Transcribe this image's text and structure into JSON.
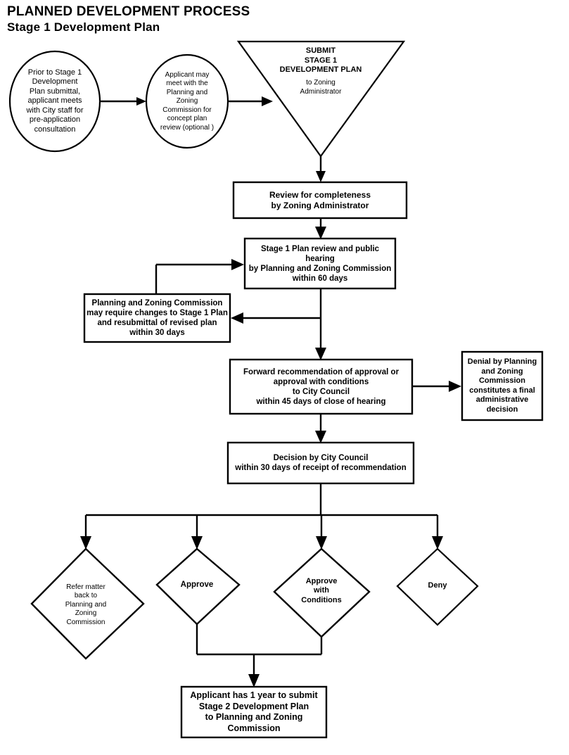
{
  "title": {
    "line1": "PLANNED DEVELOPMENT PROCESS",
    "line2": "Stage 1 Development Plan"
  },
  "colors": {
    "stroke": "#000000",
    "fill": "#ffffff",
    "text": "#000000"
  },
  "chart_data": {
    "type": "diagram",
    "title": "PLANNED DEVELOPMENT PROCESS - Stage 1 Development Plan",
    "nodes": [
      {
        "id": "n1",
        "shape": "circle",
        "text": "Prior to Stage 1 Development Plan submittal, applicant meets with City staff for pre-application consultation"
      },
      {
        "id": "n2",
        "shape": "circle",
        "text": "Applicant may meet with the Planning and Zoning Commission for concept plan review (optional )"
      },
      {
        "id": "n3",
        "shape": "triangle",
        "text": "SUBMIT STAGE 1 DEVELOPMENT PLAN to Zoning Administrator"
      },
      {
        "id": "n4",
        "shape": "rect",
        "text": "Review for completeness by Zoning Administrator"
      },
      {
        "id": "n5",
        "shape": "rect",
        "text": "Stage 1 Plan review and public hearing by Planning and Zoning Commission within 60 days"
      },
      {
        "id": "n6",
        "shape": "rect",
        "text": "Planning and Zoning Commission may require changes to Stage 1 Plan and resubmittal of revised plan within 30 days"
      },
      {
        "id": "n7",
        "shape": "rect",
        "text": "Forward recommendation of approval or approval with conditions to City Council within 45 days of close of hearing"
      },
      {
        "id": "n8",
        "shape": "rect",
        "text": "Denial by Planning and Zoning Commission constitutes a final administrative decision"
      },
      {
        "id": "n9",
        "shape": "rect",
        "text": "Decision by City Council within 30 days of receipt of recommendation"
      },
      {
        "id": "n10",
        "shape": "diamond",
        "text": "Refer matter back to Planning and Zoning Commission"
      },
      {
        "id": "n11",
        "shape": "diamond",
        "text": "Approve"
      },
      {
        "id": "n12",
        "shape": "diamond",
        "text": "Approve with Conditions"
      },
      {
        "id": "n13",
        "shape": "diamond",
        "text": "Deny"
      },
      {
        "id": "n14",
        "shape": "rect",
        "text": "Applicant has 1 year to submit Stage 2 Development Plan to Planning and Zoning Commission"
      }
    ],
    "edges": [
      {
        "from": "n1",
        "to": "n2"
      },
      {
        "from": "n2",
        "to": "n3"
      },
      {
        "from": "n3",
        "to": "n4"
      },
      {
        "from": "n4",
        "to": "n5"
      },
      {
        "from": "n5",
        "to": "n6"
      },
      {
        "from": "n6",
        "to": "n5"
      },
      {
        "from": "n5",
        "to": "n7"
      },
      {
        "from": "n7",
        "to": "n8"
      },
      {
        "from": "n7",
        "to": "n9"
      },
      {
        "from": "n9",
        "to": "n10"
      },
      {
        "from": "n9",
        "to": "n11"
      },
      {
        "from": "n9",
        "to": "n12"
      },
      {
        "from": "n9",
        "to": "n13"
      },
      {
        "from": "n11",
        "to": "n14"
      },
      {
        "from": "n12",
        "to": "n14"
      }
    ]
  },
  "nodes": {
    "pre_application": {
      "lines": "Prior to Stage 1\nDevelopment\nPlan submittal,\napplicant meets\nwith City staff for\npre-application\nconsultation"
    },
    "concept_plan": {
      "lines": "Applicant may\nmeet with the\nPlanning and\nZoning\nCommission for\nconcept plan\nreview (optional )"
    },
    "submit_stage1": {
      "heading": "SUBMIT\nSTAGE 1\nDEVELOPMENT PLAN",
      "subtext": "to Zoning\nAdministrator"
    },
    "review_completeness": {
      "lines": "Review for completeness\nby Zoning Administrator"
    },
    "plan_review_hearing": {
      "lines": "Stage 1 Plan review and public\nhearing\nby Planning and Zoning Commission\nwithin 60 days"
    },
    "require_changes": {
      "lines": "Planning and Zoning Commission\nmay require changes to Stage 1 Plan\nand resubmittal of revised plan\nwithin 30 days"
    },
    "forward_recommendation": {
      "lines": "Forward recommendation of approval or\napproval with conditions\nto City Council\nwithin 45 days of close of hearing"
    },
    "denial": {
      "lines": "Denial by Planning\nand Zoning\nCommission\nconstitutes a final\nadministrative\ndecision"
    },
    "council_decision": {
      "lines": "Decision by City Council\nwithin 30 days of receipt of recommendation"
    },
    "refer_back": {
      "lines": "Refer matter\nback to\nPlanning and\nZoning\nCommission"
    },
    "approve": {
      "lines": "Approve"
    },
    "approve_conditions": {
      "lines": "Approve\nwith\nConditions"
    },
    "deny": {
      "lines": "Deny"
    },
    "stage2_submit": {
      "lines": "Applicant has 1 year to submit\nStage 2 Development Plan\nto Planning and Zoning Commission"
    }
  }
}
